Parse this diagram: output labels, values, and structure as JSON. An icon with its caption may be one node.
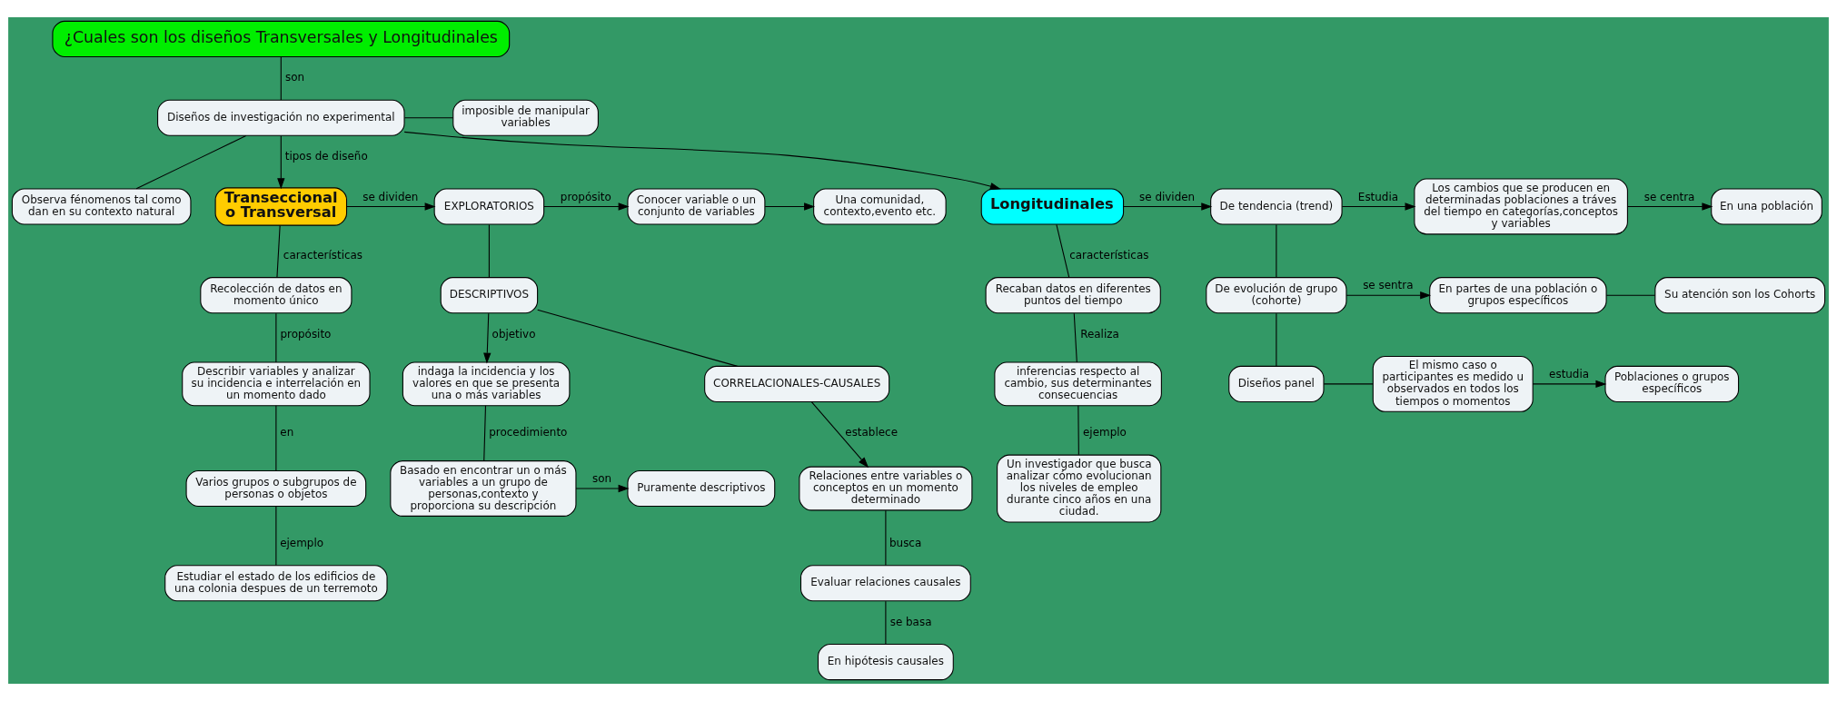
{
  "diagram": {
    "nodes": [
      {
        "text": [
          "¿Cuales son los diseños Transversales y Longitudinales"
        ]
      },
      {
        "text": [
          "Diseños de investigación no experimental"
        ]
      },
      {
        "text": [
          "imposible de manipular variables"
        ]
      },
      {
        "text": [
          "Observa fénomenos tal como dan en su contexto natural"
        ]
      },
      {
        "text": [
          "Transeccional o Transversal"
        ]
      },
      {
        "text": [
          "EXPLORATORIOS"
        ]
      },
      {
        "text": [
          "Conocer variable o un conjunto de variables"
        ]
      },
      {
        "text": [
          "Una comunidad, contexto,evento etc."
        ]
      },
      {
        "text": [
          "Recolección de datos en momento único"
        ]
      },
      {
        "text": [
          "DESCRIPTIVOS"
        ]
      },
      {
        "text": [
          "indaga la incidencia y los valores en que se presenta una o más variables"
        ]
      },
      {
        "text": [
          "Describir variables y analizar su incidencia e interrelación en un momento dado"
        ]
      },
      {
        "text": [
          "Basado en encontrar un o más variables a un grupo de personas,contexto y proporciona su descripción"
        ]
      },
      {
        "text": [
          "Puramente descriptivos"
        ]
      },
      {
        "text": [
          "Varios grupos o subgrupos de personas o objetos"
        ]
      },
      {
        "text": [
          "CORRELACIONALES-CAUSALES"
        ]
      },
      {
        "text": [
          "Relaciones entre variables o conceptos en un momento determinado"
        ]
      },
      {
        "text": [
          "Estudiar el estado de los edificios de una colonia despues de un terremoto"
        ]
      },
      {
        "text": [
          "Evaluar relaciones causales"
        ]
      },
      {
        "text": [
          "En hipótesis causales"
        ]
      },
      {
        "text": [
          "Longitudinales"
        ]
      },
      {
        "text": [
          "Recaban datos en diferentes puntos del tiempo"
        ]
      },
      {
        "text": [
          "inferencias respecto al cambio, sus determinantes consecuencias"
        ]
      },
      {
        "text": [
          "Un investigador que busca analizar cómo evolucionan los niveles de empleo durante cinco años en una ciudad."
        ]
      },
      {
        "text": [
          "De tendencia (trend)"
        ]
      },
      {
        "text": [
          "Los cambios que se producen en determinadas poblaciones a tráves del tiempo en categorías,conceptos y variables"
        ]
      },
      {
        "text": [
          "En una población"
        ]
      },
      {
        "text": [
          "De evolución de grupo (cohorte)"
        ]
      },
      {
        "text": [
          "En partes de una población o grupos específicos"
        ]
      },
      {
        "text": [
          "Su atención son los Cohorts"
        ]
      },
      {
        "text": [
          "Diseños panel"
        ]
      },
      {
        "text": [
          "El mismo caso o participantes es medido u observados en todos los tiempos o momentos"
        ]
      },
      {
        "text": [
          "Poblaciones o grupos específicos"
        ]
      }
    ],
    "edges": [
      {
        "from": 0,
        "to": 1,
        "arrow": "none",
        "label": "son"
      },
      {
        "from": 1,
        "to": 2,
        "arrow": "none"
      },
      {
        "from": 1,
        "to": 3,
        "arrow": "none"
      },
      {
        "from": 1,
        "to": 4,
        "arrow": "to",
        "label": "tipos de diseño"
      },
      {
        "from": 1,
        "to": 20,
        "arrow": "to"
      },
      {
        "from": 4,
        "to": 5,
        "arrow": "to",
        "label": "se dividen"
      },
      {
        "from": 5,
        "to": 6,
        "arrow": "to",
        "label": "propósito"
      },
      {
        "from": 6,
        "to": 7,
        "arrow": "to"
      },
      {
        "from": 5,
        "to": 9,
        "arrow": "none"
      },
      {
        "from": 9,
        "to": 10,
        "arrow": "to",
        "label": "objetivo"
      },
      {
        "from": 9,
        "to": 15,
        "arrow": "none"
      },
      {
        "from": 4,
        "to": 8,
        "arrow": "none",
        "label": "características"
      },
      {
        "from": 8,
        "to": 11,
        "arrow": "none",
        "label": "propósito"
      },
      {
        "from": 11,
        "to": 14,
        "arrow": "none",
        "label": "en"
      },
      {
        "from": 14,
        "to": 17,
        "arrow": "none",
        "label": "ejemplo"
      },
      {
        "from": 10,
        "to": 12,
        "arrow": "none",
        "label": "procedimiento"
      },
      {
        "from": 12,
        "to": 13,
        "arrow": "to",
        "label": "son"
      },
      {
        "from": 15,
        "to": 16,
        "arrow": "to",
        "label": "establece"
      },
      {
        "from": 16,
        "to": 18,
        "arrow": "none",
        "label": "busca"
      },
      {
        "from": 18,
        "to": 19,
        "arrow": "none",
        "label": "se basa"
      },
      {
        "from": 20,
        "to": 24,
        "arrow": "to",
        "label": "se dividen"
      },
      {
        "from": 20,
        "to": 21,
        "arrow": "none",
        "label": "características"
      },
      {
        "from": 21,
        "to": 22,
        "arrow": "none",
        "label": "Realiza"
      },
      {
        "from": 22,
        "to": 23,
        "arrow": "none",
        "label": "ejemplo"
      },
      {
        "from": 24,
        "to": 25,
        "arrow": "to",
        "label": "Estudia"
      },
      {
        "from": 25,
        "to": 26,
        "arrow": "to",
        "label": "se centra"
      },
      {
        "from": 24,
        "to": 27,
        "arrow": "none"
      },
      {
        "from": 27,
        "to": 28,
        "arrow": "to",
        "label": "se sentra"
      },
      {
        "from": 28,
        "to": 29,
        "arrow": "none"
      },
      {
        "from": 27,
        "to": 30,
        "arrow": "none"
      },
      {
        "from": 30,
        "to": 31,
        "arrow": "none"
      },
      {
        "from": 31,
        "to": 32,
        "arrow": "to",
        "label": "estudia"
      }
    ]
  }
}
